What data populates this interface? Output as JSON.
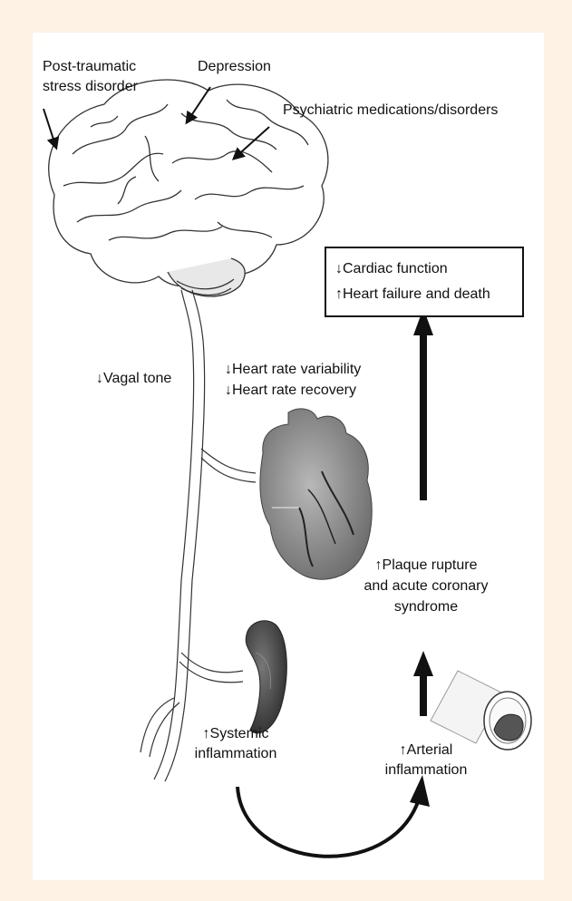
{
  "labels": {
    "ptsd_line1": "Post-traumatic",
    "ptsd_line2": "stress disorder",
    "depression": "Depression",
    "psychiatric": "Psychiatric medications/disorders",
    "vagal_tone": "↓Vagal tone",
    "hrv": "↓Heart rate variability",
    "hrr": "↓Heart rate recovery",
    "outcome_line1": "↓Cardiac function",
    "outcome_line2": "↑Heart failure and death",
    "plaque_line1": "↑Plaque rupture",
    "plaque_line2": "and acute coronary",
    "plaque_line3": "syndrome",
    "systemic_line1": "↑Systemic",
    "systemic_line2": "inflammation",
    "arterial_line1": "↑Arterial",
    "arterial_line2": "inflammation"
  },
  "colors": {
    "page_border": "#fdf2e3",
    "panel": "#ffffff",
    "ink": "#111111",
    "heart": "#8a8a8a",
    "spleen": "#4a4a4a"
  }
}
